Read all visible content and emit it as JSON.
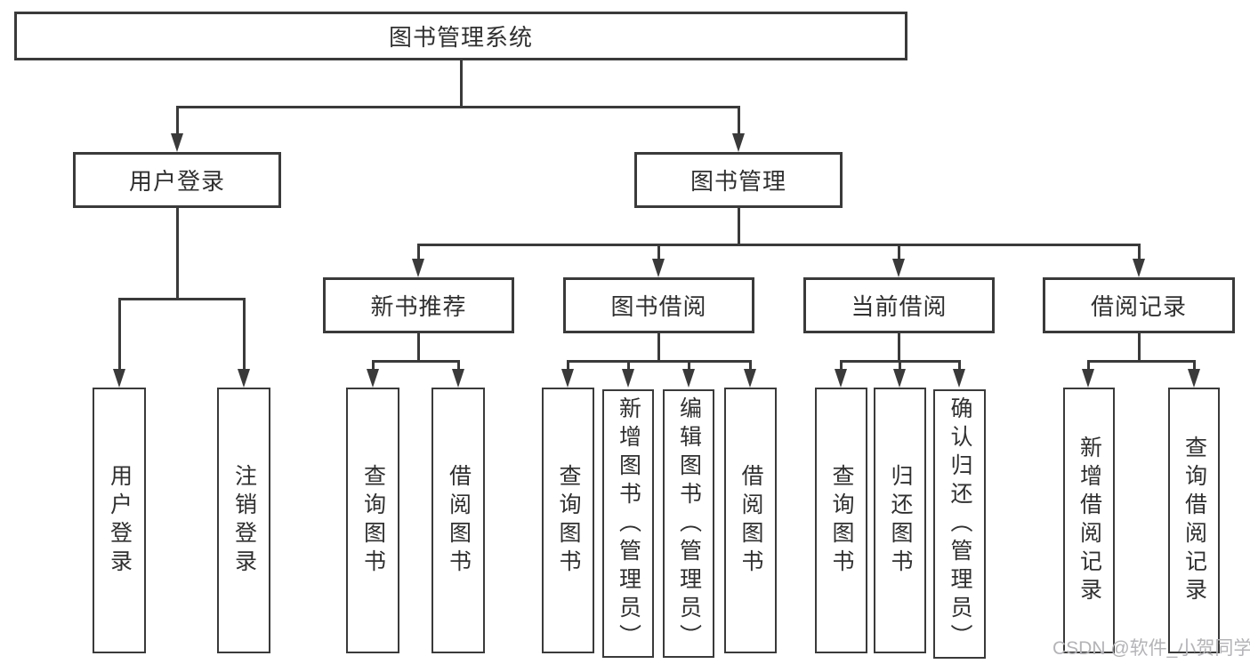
{
  "diagram": {
    "title": "图书管理系统",
    "colors": {
      "line": "#3a3a3a",
      "text": "#303030",
      "watermark": "#b4b4b8",
      "background": "#ffffff"
    },
    "nodes": {
      "root": "图书管理系统",
      "user_login": "用户登录",
      "book_management": "图书管理",
      "new_book_recommend": "新书推荐",
      "book_borrowing": "图书借阅",
      "current_borrowing": "当前借阅",
      "borrowing_records": "借阅记录",
      "login_children": {
        "user_login": "用户登录",
        "logout": "注销登录"
      },
      "recommend_children": {
        "query_books": "查询图书",
        "borrow_books": "借阅图书"
      },
      "borrowing_children": {
        "query_books": "查询图书",
        "add_books_admin": "新增图书（管理员）",
        "edit_books_admin": "编辑图书（管理员）",
        "borrow_books": "借阅图书"
      },
      "current_children": {
        "query_books": "查询图书",
        "return_books": "归还图书",
        "confirm_return_admin": "确认归还（管理员）"
      },
      "records_children": {
        "add_record": "新增借阅记录",
        "query_record": "查询借阅记录"
      }
    },
    "watermark": "CSDN @软件_小贺同学"
  }
}
